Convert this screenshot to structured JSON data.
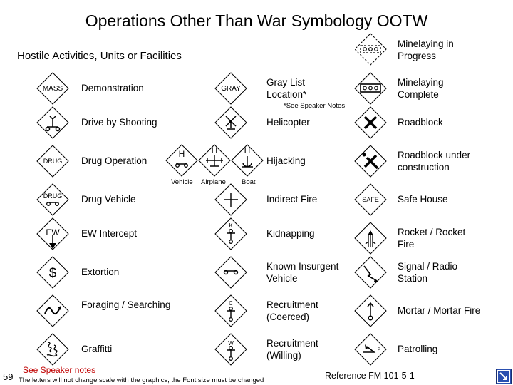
{
  "title": "Operations Other Than War Symbology OOTW",
  "subtitle": "Hostile Activities, Units or Facilities",
  "col1": [
    {
      "label": "Demonstration",
      "glyph_text": "MASS"
    },
    {
      "label": "Drive by Shooting",
      "glyph_text": ""
    },
    {
      "label": "Drug Operation",
      "glyph_text": "DRUG"
    },
    {
      "label": "Drug Vehicle",
      "glyph_text": "DRUG"
    },
    {
      "label": "EW Intercept",
      "glyph_text": "EW"
    },
    {
      "label": "Extortion",
      "glyph_text": "$"
    },
    {
      "label": "Foraging / Searching",
      "glyph_text": ""
    },
    {
      "label": "Graffitti",
      "glyph_text": ""
    }
  ],
  "col2": [
    {
      "label": "Gray List Location*",
      "glyph_text": "GRAY"
    },
    {
      "label": "Helicopter",
      "glyph_text": ""
    },
    {
      "label": "Hijacking",
      "glyph_text": "H"
    },
    {
      "label": "Indirect Fire",
      "glyph_text": ""
    },
    {
      "label": "Kidnapping",
      "glyph_text": "K"
    },
    {
      "label": "Known Insurgent Vehicle",
      "glyph_text": ""
    },
    {
      "label": "Recruitment (Coerced)",
      "glyph_text": "C"
    },
    {
      "label": "Recruitment (Willing)",
      "glyph_text": "W"
    }
  ],
  "col3": [
    {
      "label": "Minelaying in Progress",
      "glyph_text": ""
    },
    {
      "label": "Minelaying Complete",
      "glyph_text": ""
    },
    {
      "label": "Roadblock",
      "glyph_text": ""
    },
    {
      "label": "Roadblock under construction",
      "glyph_text": ""
    },
    {
      "label": "Safe House",
      "glyph_text": "SAFE"
    },
    {
      "label": "Rocket / Rocket Fire",
      "glyph_text": ""
    },
    {
      "label": "Signal / Radio Station",
      "glyph_text": ""
    },
    {
      "label": "Mortar / Mortar Fire",
      "glyph_text": ""
    },
    {
      "label": "Patrolling",
      "glyph_text": "P"
    }
  ],
  "hijack_variants": {
    "vehicle": {
      "letter": "H",
      "label": "Vehicle"
    },
    "airplane": {
      "letter": "H",
      "label": "Airplane"
    },
    "boat": {
      "letter": "H",
      "label": "Boat"
    }
  },
  "speaker_note_inline": "*See Speaker Notes",
  "footer": {
    "page_number": "59",
    "see_notes": "See Speaker notes",
    "scale_note": "The letters will not change scale with the graphics, the Font size must be changed",
    "reference": "Reference FM 101-5-1"
  },
  "colors": {
    "accent_red": "#c00000",
    "nav_icon": "#2a4fb0"
  }
}
